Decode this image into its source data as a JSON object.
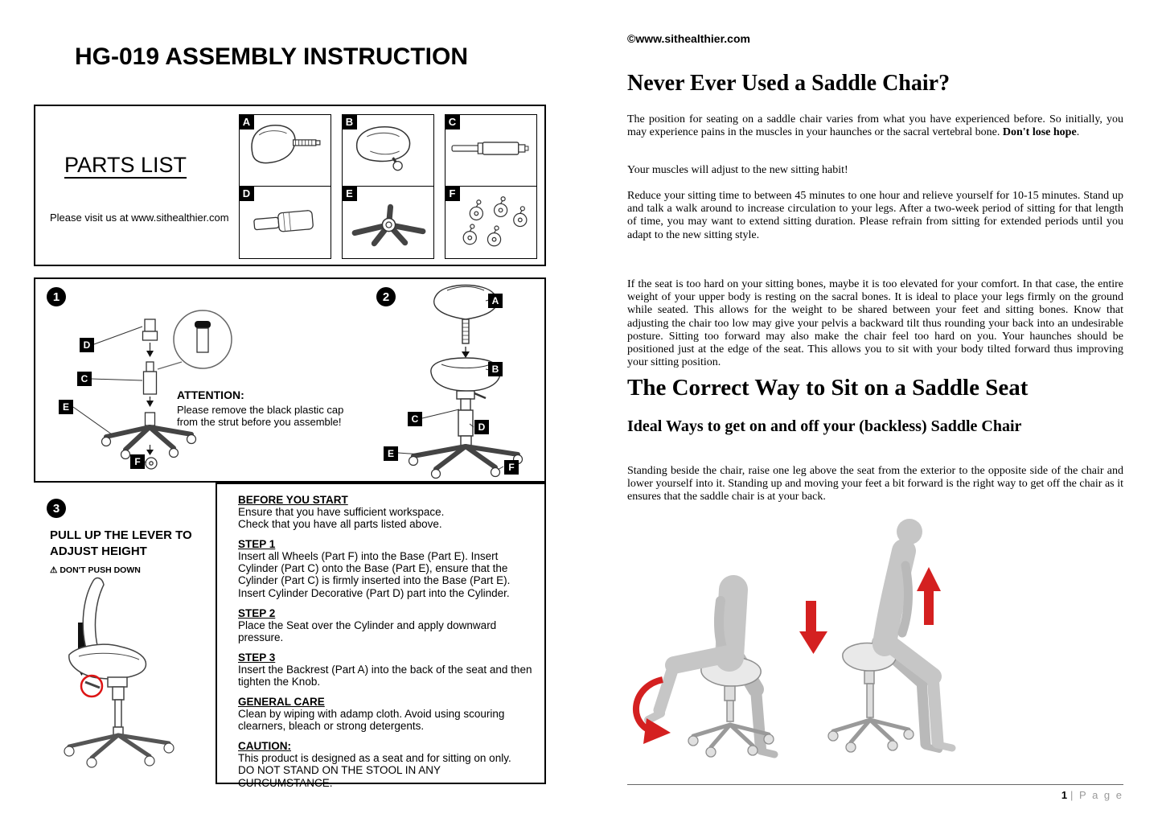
{
  "left": {
    "title": "HG-019 ASSEMBLY INSTRUCTION",
    "parts": {
      "heading": "PARTS LIST",
      "visit": "Please visit us at www.sithealthier.com",
      "labels": {
        "a": "A",
        "b": "B",
        "c": "C",
        "d": "D",
        "e": "E",
        "f": "F"
      },
      "names": {
        "a": "backrest",
        "b": "saddle-seat",
        "c": "gas-cylinder",
        "d": "cylinder-decorative-cover",
        "e": "five-star-base",
        "f": "casters"
      }
    },
    "fig1": {
      "num": "1",
      "labels": {
        "d": "D",
        "c": "C",
        "e": "E",
        "f": "F"
      },
      "attention_title": "ATTENTION:",
      "attention_body": "Please remove the black plastic cap\nfrom the strut before you assemble!"
    },
    "fig2": {
      "num": "2",
      "labels": {
        "a": "A",
        "b": "B",
        "c": "C",
        "d": "D",
        "e": "E",
        "f": "F"
      }
    },
    "fig3": {
      "num": "3",
      "heading": "PULL UP THE LEVER TO\nADJUST HEIGHT",
      "warning": "⚠ DON'T PUSH DOWN"
    },
    "instructions": {
      "sections": [
        {
          "title": "BEFORE YOU START",
          "body": "Ensure that you have sufficient workspace.\nCheck that you have all parts listed above."
        },
        {
          "title": "STEP 1",
          "body": "Insert all Wheels (Part F) into the Base (Part E). Insert Cylinder (Part C) onto the Base (Part E), ensure that the Cylinder (Part C) is firmly inserted into the Base (Part E). Insert Cylinder Decorative (Part D) part into the Cylinder."
        },
        {
          "title": "STEP 2",
          "body": "Place the Seat over the Cylinder and apply downward pressure."
        },
        {
          "title": "STEP 3",
          "body": "Insert the Backrest (Part A) into the back of the seat and then tighten the Knob."
        },
        {
          "title": "GENERAL CARE",
          "body": "Clean by wiping with adamp cloth. Avoid using scouring clearners, bleach or strong detergents."
        },
        {
          "title": "CAUTION:",
          "body": "This product is designed as a seat and for sitting on only.\nDO NOT STAND ON THE STOOL IN ANY CURCUMSTANCE."
        }
      ]
    }
  },
  "right": {
    "copyright": "©www.sithealthier.com",
    "heading1": "Never Ever Used a Saddle Chair?",
    "p1_normal": "The position for seating on a saddle chair varies from what you have experienced before. So initially, you may experience pains in the muscles in your haunches or the sacral vertebral bone. ",
    "p1_bold": "Don't lose hope",
    "p1_end": ".",
    "p2": "Your muscles will adjust to the new sitting habit!",
    "p3": "Reduce your sitting time to between 45 minutes to one hour and relieve yourself for 10-15 minutes. Stand up and talk a walk around to increase circulation to your legs. After a two-week period of sitting for that length of time, you may want to extend sitting duration. Please refrain from sitting for extended periods until you adapt to the new sitting style.",
    "p4": "If the seat is too hard on your sitting bones, maybe it is too elevated for your comfort. In that case, the entire weight of your upper body is resting on the sacral bones. It is ideal to place your legs firmly on the ground while seated. This allows for the weight to be shared between your feet and sitting bones. Know that adjusting the chair too low may give your pelvis a backward tilt thus rounding your back into an undesirable posture. Sitting too forward may also make the chair feel too hard on you. Your haunches should be positioned just at the edge of the seat. This allows you to sit with your body tilted forward thus improving your sitting position.",
    "heading2": "The Correct Way to Sit on a Saddle Seat",
    "heading3": "Ideal Ways to get on and off your (backless) Saddle Chair",
    "p5": "Standing beside the chair, raise one leg above the seat from the exterior to the opposite side of the chair and lower yourself into it. Standing up and moving your feet a bit forward is the right way to get off the chair as it ensures that the saddle chair is at your back.",
    "page_num": "1",
    "page_word": "| P a g e"
  },
  "colors": {
    "accent_red": "#d42020",
    "label_bg": "#000000"
  }
}
